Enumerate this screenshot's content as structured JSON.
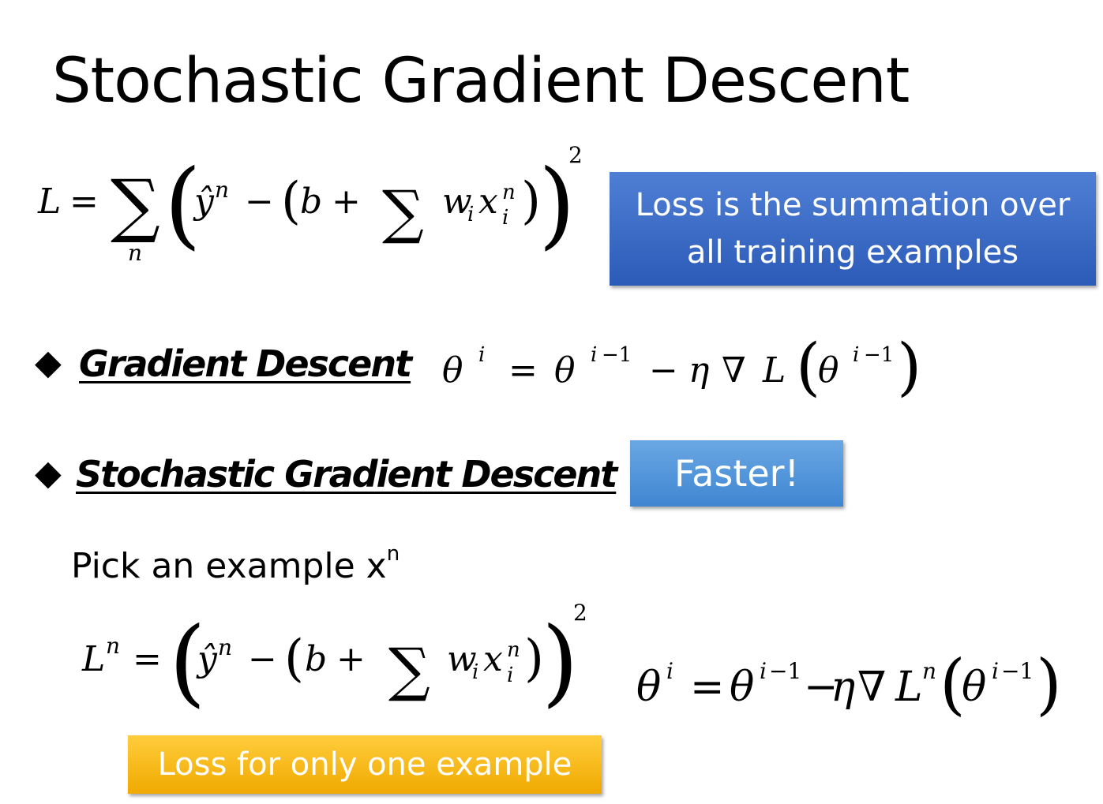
{
  "slide": {
    "title": "Stochastic Gradient Descent",
    "callouts": {
      "loss_summation": "Loss is the summation over all training examples",
      "faster": "Faster!",
      "loss_one_example": "Loss for only one example"
    },
    "sections": {
      "gd_heading": "Gradient Descent",
      "sgd_heading": "Stochastic Gradient Descent",
      "bullet_icon": "diamond-bullet"
    },
    "pick_text": "Pick an example x",
    "pick_sup": "n",
    "colors": {
      "blue_box": "#3a6bc6",
      "light_blue_box": "#4f92d8",
      "orange_box": "#f7bb17"
    }
  }
}
